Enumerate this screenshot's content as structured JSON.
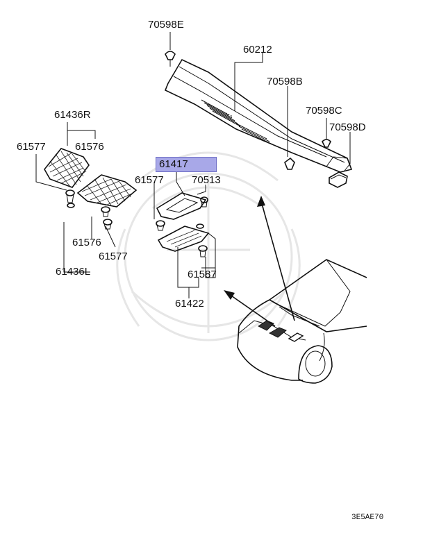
{
  "labels": {
    "p70598E": "70598E",
    "p60212": "60212",
    "p70598B": "70598B",
    "p70598C": "70598C",
    "p70598D": "70598D",
    "p61436R": "61436R",
    "p61577_top": "61577",
    "p61576_top": "61576",
    "p61417": "61417",
    "p61577_mid": "61577",
    "p70513": "70513",
    "p61576_bot": "61576",
    "p61577_bot": "61577",
    "p61436L": "61436L",
    "p61587": "61587",
    "p61422": "61422"
  },
  "diagram_code": "3E5AE70",
  "colors": {
    "highlight": "#a8a8e8",
    "line": "#111111"
  }
}
